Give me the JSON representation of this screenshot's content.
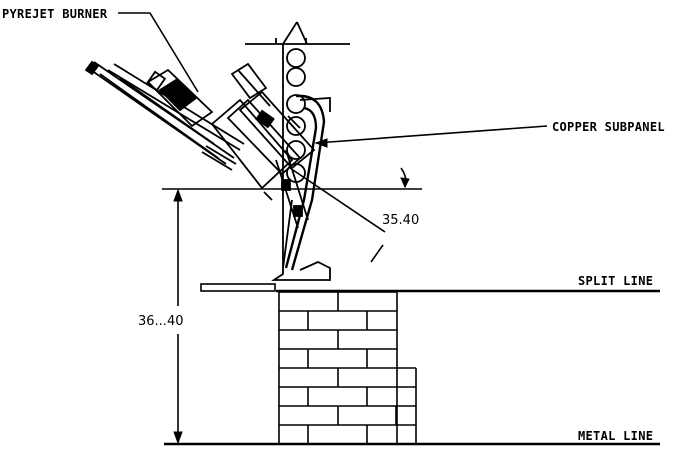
{
  "labels": {
    "burner": "PYREJET BURNER",
    "subpanel": "COPPER SUBPANEL",
    "split_line": "SPLIT LINE",
    "metal_line": "METAL LINE"
  },
  "dimensions": {
    "angle": "35.40",
    "height": "36...40"
  },
  "colors": {
    "ink": "#000000",
    "background": "#ffffff"
  }
}
